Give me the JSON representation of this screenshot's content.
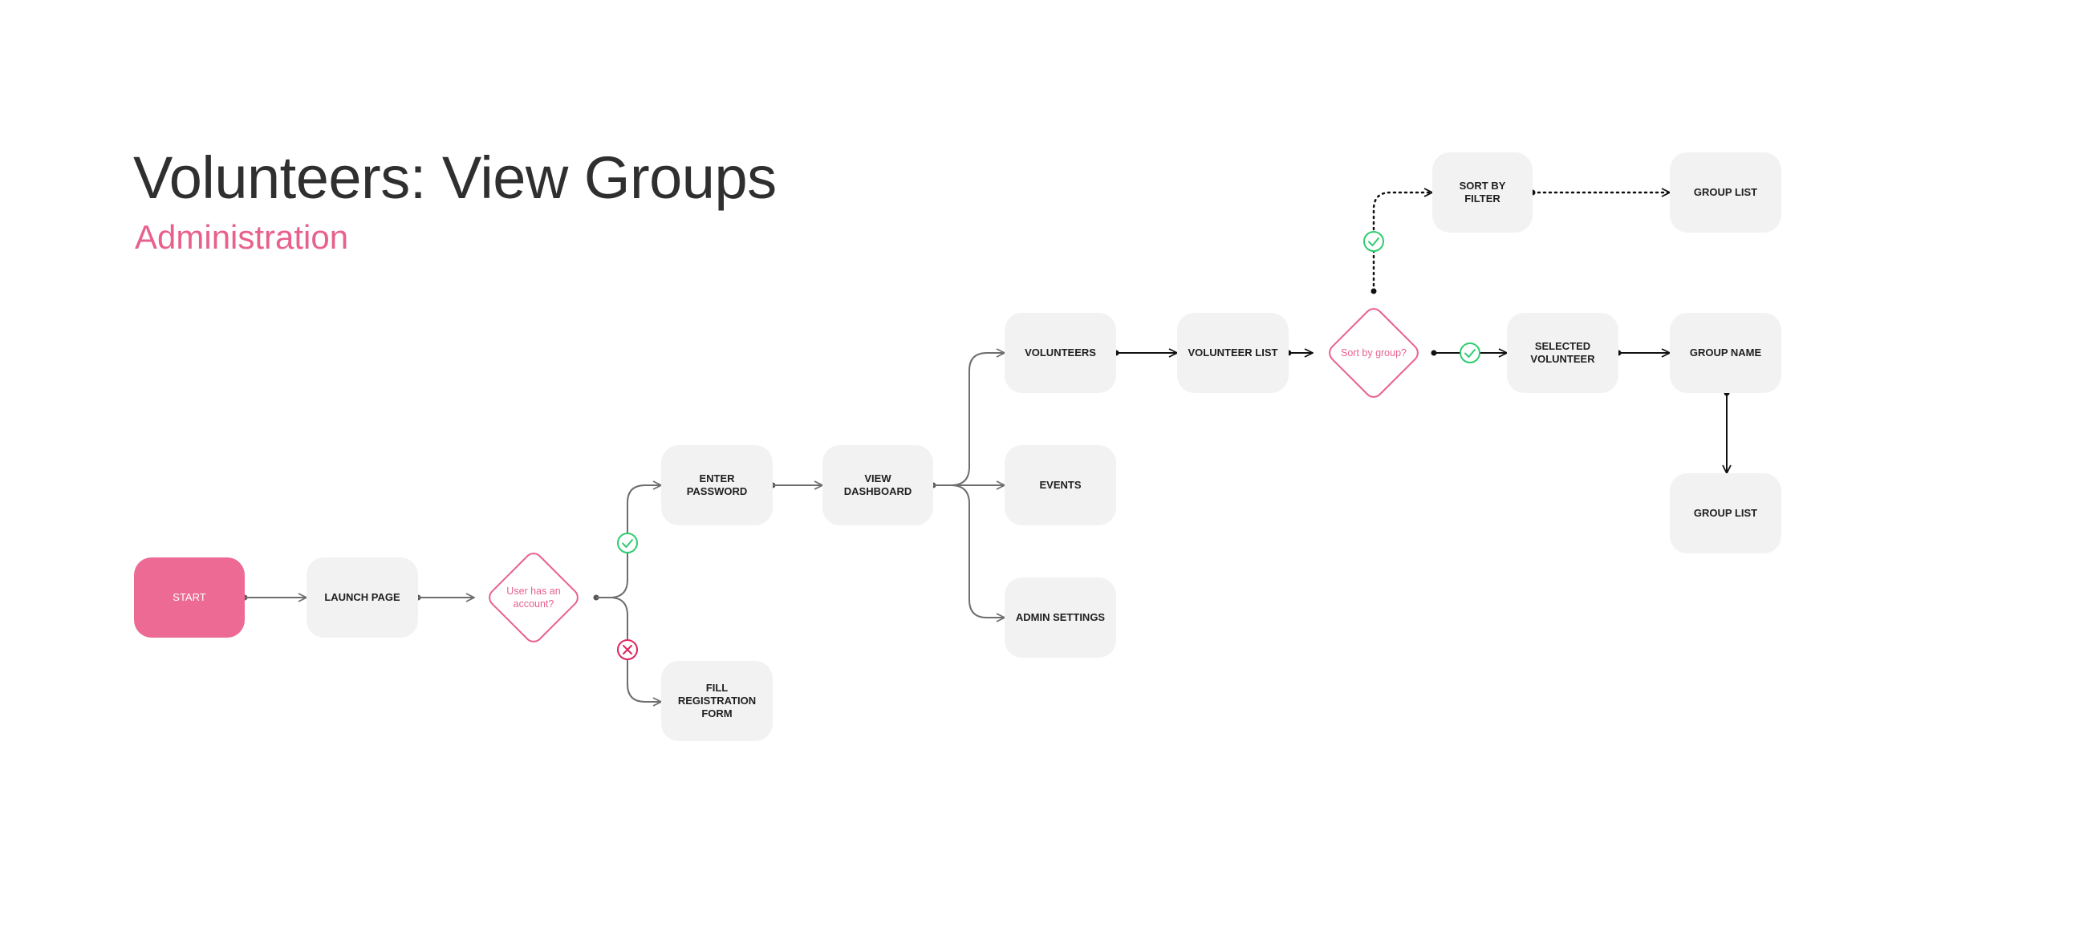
{
  "title": "Volunteers: View Groups",
  "subtitle": "Administration",
  "colors": {
    "accent": "#e8618c",
    "start_fill": "#ec6a93",
    "node_fill": "#f2f2f2",
    "yes": "#2ecc71",
    "no": "#e0245e"
  },
  "nodes": {
    "start": "START",
    "launch_page": "LAUNCH PAGE",
    "enter_password": "ENTER PASSWORD",
    "fill_registration_form": "FILL\nREGISTRATION\nFORM",
    "view_dashboard": "VIEW DASHBOARD",
    "volunteers": "VOLUNTEERS",
    "events": "EVENTS",
    "admin_settings": "ADMIN SETTINGS",
    "volunteer_list": "VOLUNTEER LIST",
    "sort_by_filter": "SORT BY FILTER",
    "group_list_top": "GROUP LIST",
    "selected_volunteer": "SELECTED\nVOLUNTEER",
    "group_name": "GROUP NAME",
    "group_list_bottom": "GROUP LIST"
  },
  "decisions": {
    "has_account": "User has an\naccount?",
    "sort_by_group": "Sort by group?"
  },
  "icons": {
    "yes": "check-circle-icon",
    "no": "x-circle-icon"
  }
}
